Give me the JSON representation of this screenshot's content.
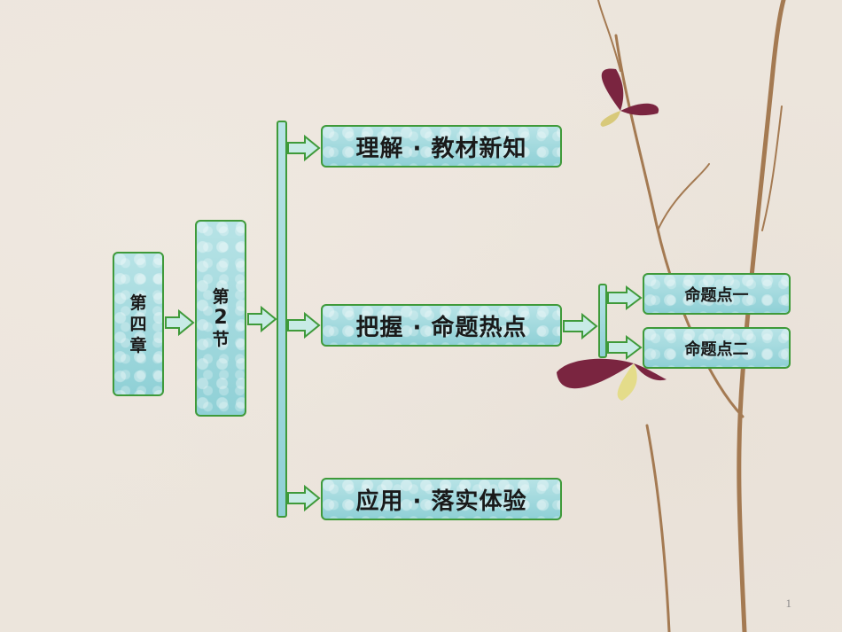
{
  "chapter_box": [
    "第",
    "四",
    "章"
  ],
  "section_box": [
    "第",
    "2",
    "节"
  ],
  "items": {
    "understand": "理解 · 教材新知",
    "grasp": "把握 · 命题热点",
    "apply": "应用 · 落实体验"
  },
  "subitems": {
    "point1": "命题点一",
    "point2": "命题点二"
  },
  "page_number": "1",
  "colors": {
    "border": "#3f9a3a",
    "box_fill": "#9fd8dd",
    "background": "#ece5dc"
  }
}
